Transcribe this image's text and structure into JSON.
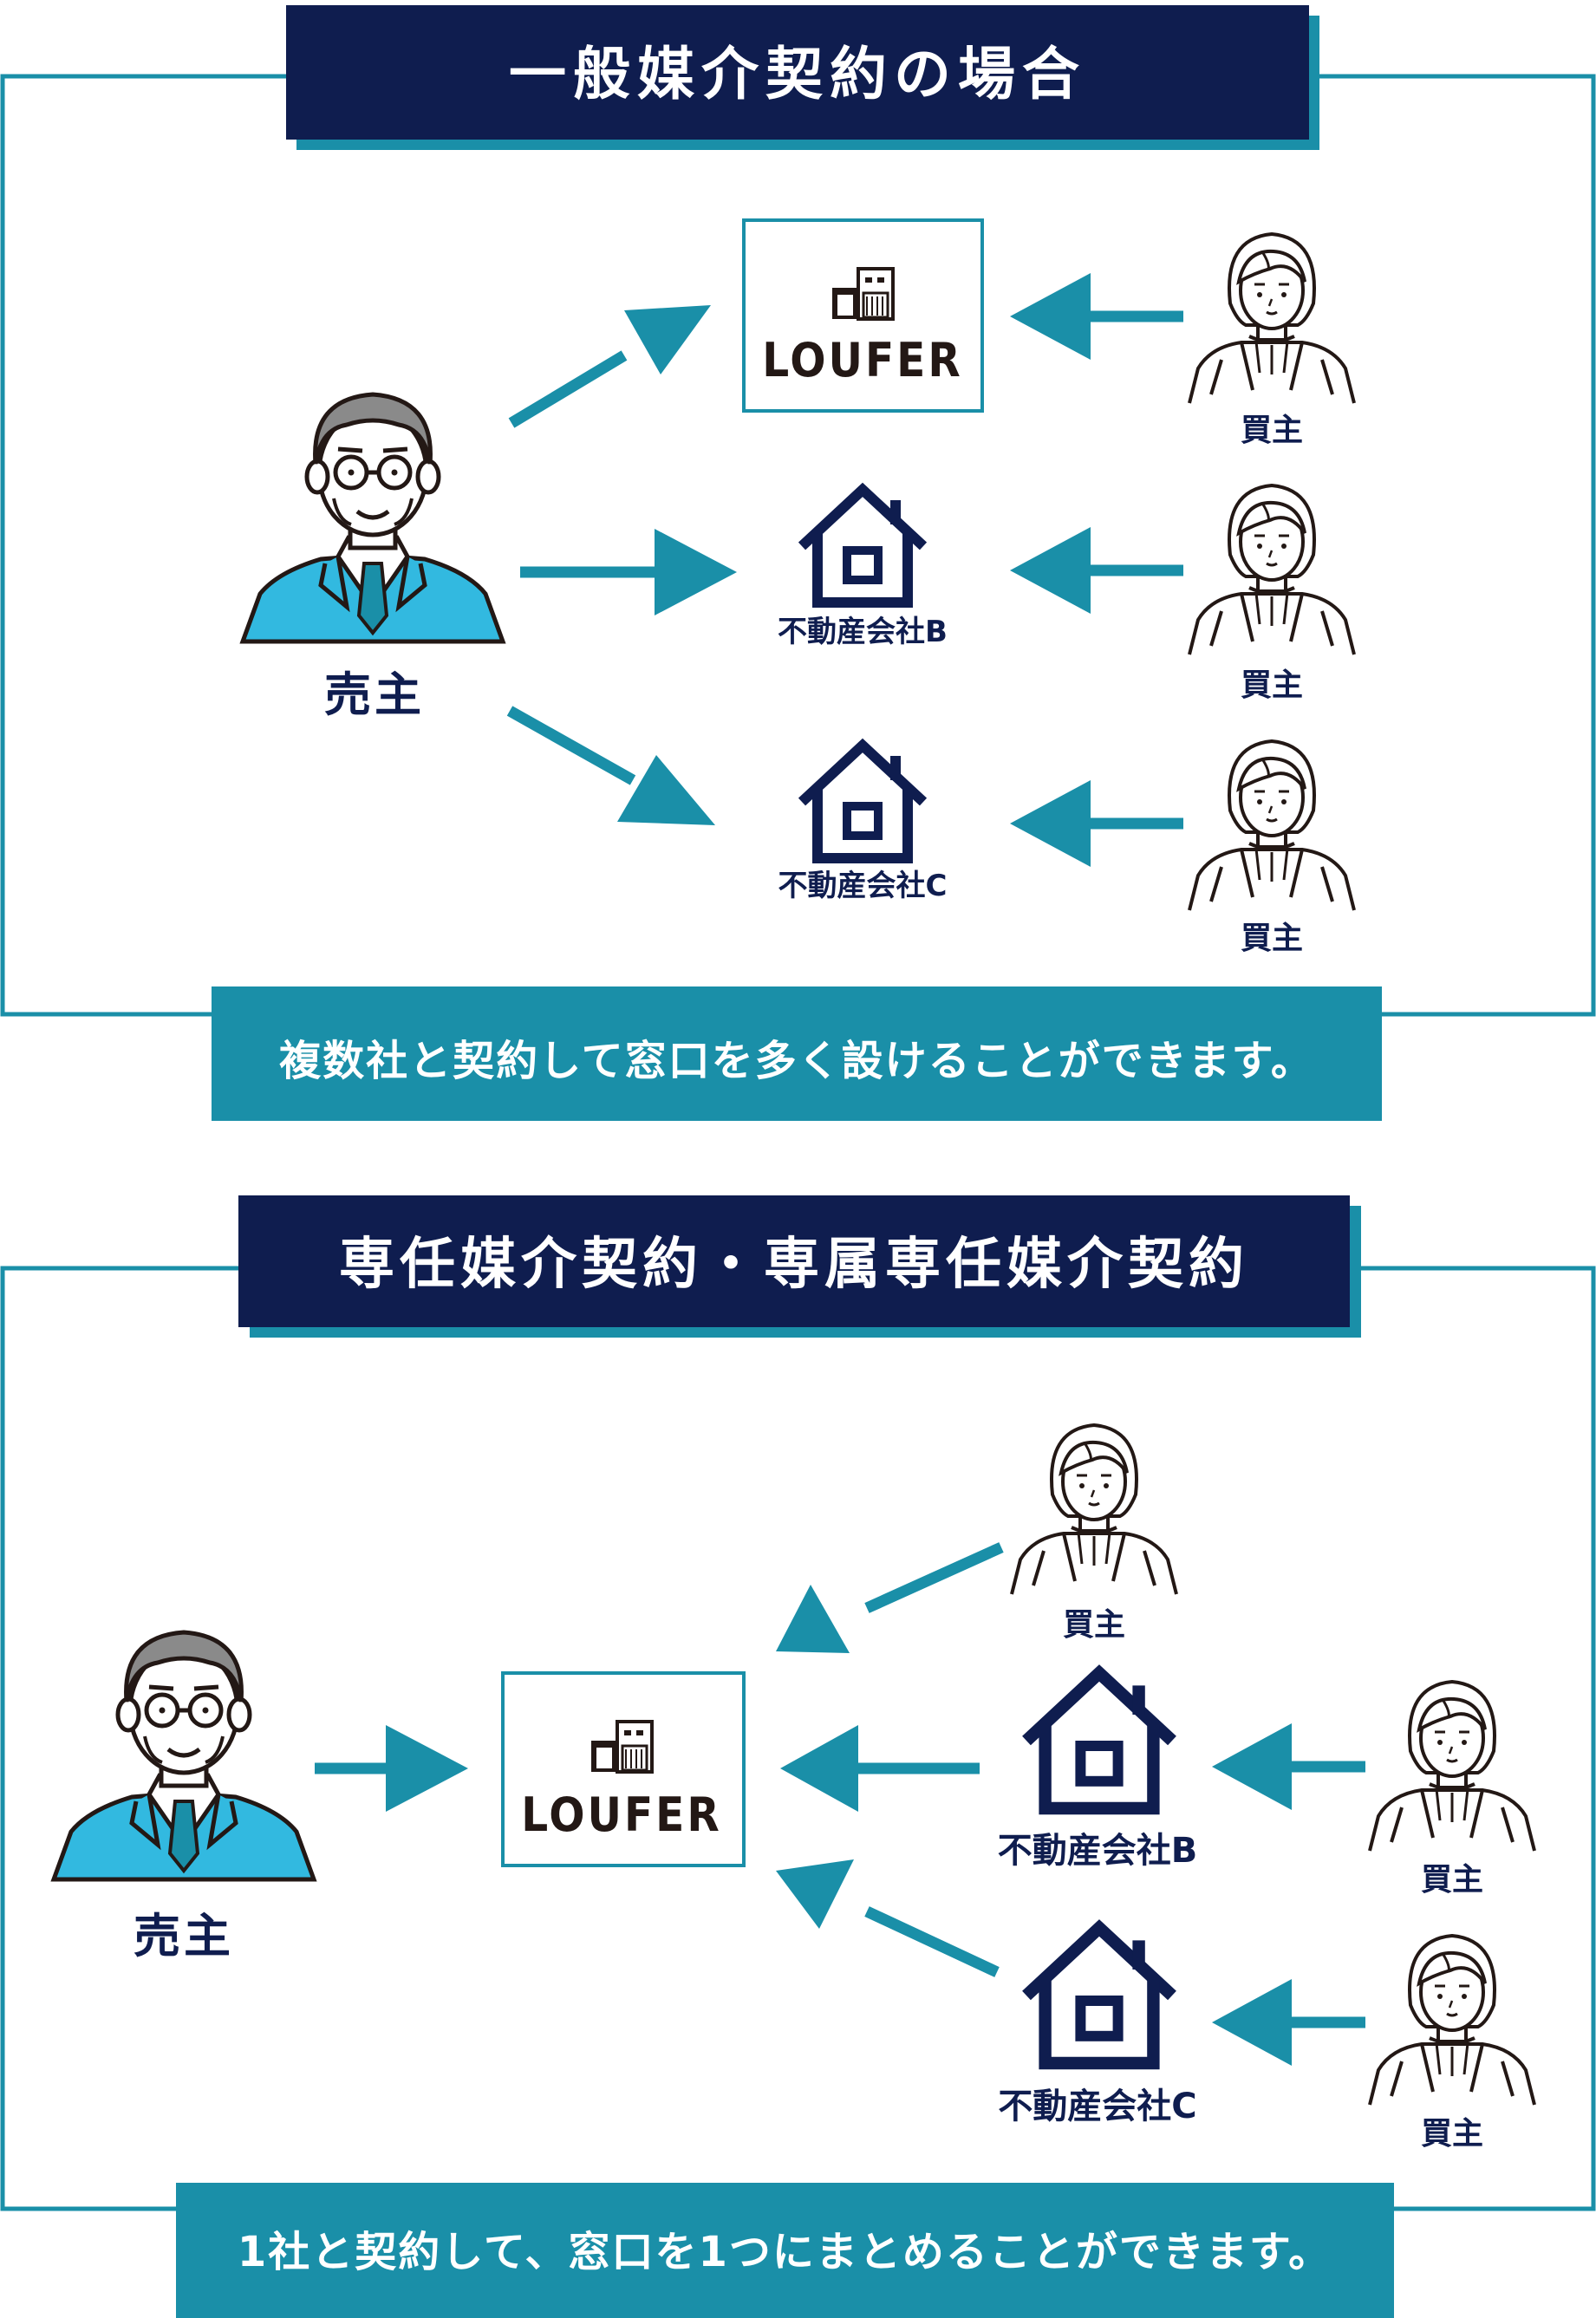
{
  "colors": {
    "navy": "#0f1d4f",
    "teal": "#1a8fa8",
    "sky": "#32b9e0",
    "shadow": "#167e98",
    "frame": "#1a8fa8"
  },
  "section1": {
    "title": "一般媒介契約の場合",
    "seller_label": "売主",
    "logo_text": "LOUFER",
    "company_b": "不動産会社B",
    "company_c": "不動産会社C",
    "buyer_label_1": "買主",
    "buyer_label_2": "買主",
    "buyer_label_3": "買主",
    "banner": "複数社と契約して窓口を多く設けることができます。"
  },
  "section2": {
    "title": "専任媒介契約・専属専任媒介契約",
    "seller_label": "売主",
    "logo_text": "LOUFER",
    "company_b": "不動産会社B",
    "company_c": "不動産会社C",
    "buyer_label_1": "買主",
    "buyer_label_2": "買主",
    "buyer_label_3": "買主",
    "banner": "1社と契約して、窓口を1つにまとめることができます。"
  },
  "icons": {
    "seller": "businessman-icon",
    "buyer": "woman-icon",
    "company": "house-icon",
    "logo": "building-logo-icon",
    "arrow": "arrow-icon"
  }
}
